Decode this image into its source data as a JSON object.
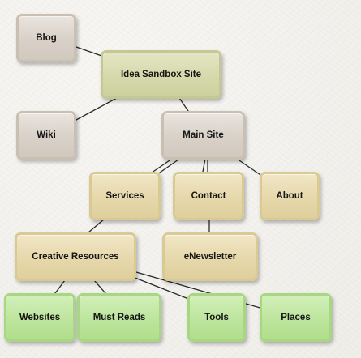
{
  "diagram": {
    "nodes": {
      "blog": "Blog",
      "idea": "Idea Sandbox Site",
      "wiki": "Wiki",
      "main": "Main Site",
      "services": "Services",
      "contact": "Contact",
      "about": "About",
      "creative": "Creative Resources",
      "enews": "eNewsletter",
      "websites": "Websites",
      "mustreads": "Must Reads",
      "tools": "Tools",
      "places": "Places"
    },
    "edges": [
      [
        "blog",
        "idea"
      ],
      [
        "idea",
        "wiki"
      ],
      [
        "idea",
        "main"
      ],
      [
        "main",
        "services"
      ],
      [
        "main",
        "services"
      ],
      [
        "main",
        "contact"
      ],
      [
        "main",
        "contact"
      ],
      [
        "main",
        "about"
      ],
      [
        "services",
        "creative"
      ],
      [
        "contact",
        "enews"
      ],
      [
        "creative",
        "websites"
      ],
      [
        "creative",
        "mustreads"
      ],
      [
        "creative",
        "tools"
      ],
      [
        "creative",
        "places"
      ]
    ],
    "colors": {
      "root": "#d6d9ab",
      "hub": "#d9d1c8",
      "section": "#e6d8ab",
      "leaf": "#bde59d",
      "connector": "#2a2a2a"
    }
  }
}
